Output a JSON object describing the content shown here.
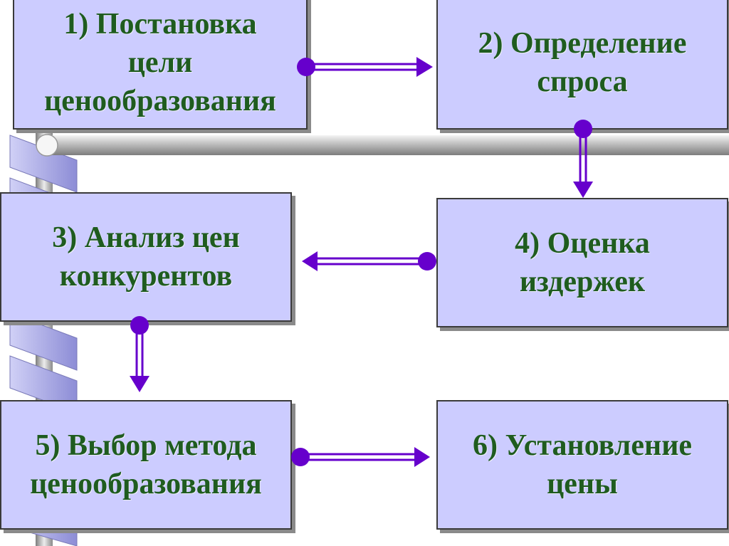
{
  "diagram": {
    "steps": [
      {
        "id": "1",
        "label": "1) Постановка\nцели\nценообразования"
      },
      {
        "id": "2",
        "label": "2) Определение\nспроса"
      },
      {
        "id": "3",
        "label": "3) Анализ цен\nконкурентов"
      },
      {
        "id": "4",
        "label": "4) Оценка\nиздержек"
      },
      {
        "id": "5",
        "label": "5) Выбор метода\nценообразования"
      },
      {
        "id": "6",
        "label": "6) Установление\nцены"
      }
    ],
    "flow": [
      [
        "1",
        "2"
      ],
      [
        "2",
        "4"
      ],
      [
        "4",
        "3"
      ],
      [
        "3",
        "5"
      ],
      [
        "5",
        "6"
      ]
    ],
    "colors": {
      "box_fill": "#ccccff",
      "box_border": "#3a3a3a",
      "text": "#1f5c1f",
      "connector": "#6600cc",
      "spiral": "#a7a7e8",
      "pipe": "#c8c8c8"
    }
  }
}
